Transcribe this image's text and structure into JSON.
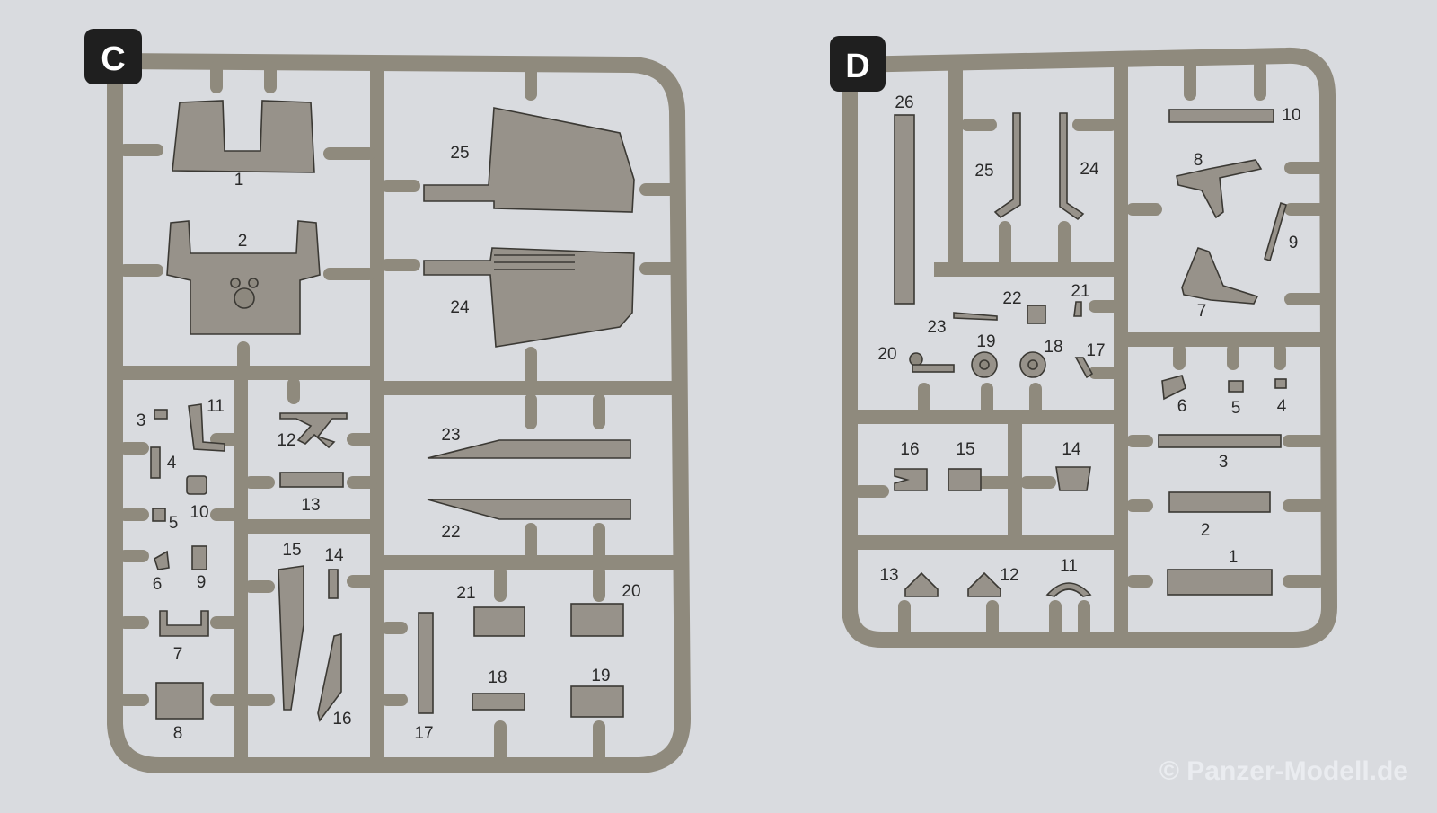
{
  "sprue_c": {
    "letter": "C",
    "labels": [
      "1",
      "2",
      "3",
      "11",
      "4",
      "10",
      "5",
      "6",
      "9",
      "7",
      "8",
      "12",
      "13",
      "15",
      "14",
      "16",
      "25",
      "24",
      "23",
      "22",
      "21",
      "20",
      "18",
      "19",
      "17"
    ]
  },
  "sprue_d": {
    "letter": "D",
    "labels": [
      "26",
      "25",
      "24",
      "10",
      "8",
      "9",
      "7",
      "22",
      "21",
      "23",
      "20",
      "19",
      "18",
      "17",
      "6",
      "5",
      "4",
      "3",
      "2",
      "1",
      "16",
      "15",
      "14",
      "13",
      "12",
      "11"
    ]
  },
  "watermark": "© Panzer-Modell.de",
  "colors": {
    "background": "#d9dbdf",
    "sprue": "#8f8a7d",
    "part": "#97928a",
    "outline": "#3b3934"
  }
}
